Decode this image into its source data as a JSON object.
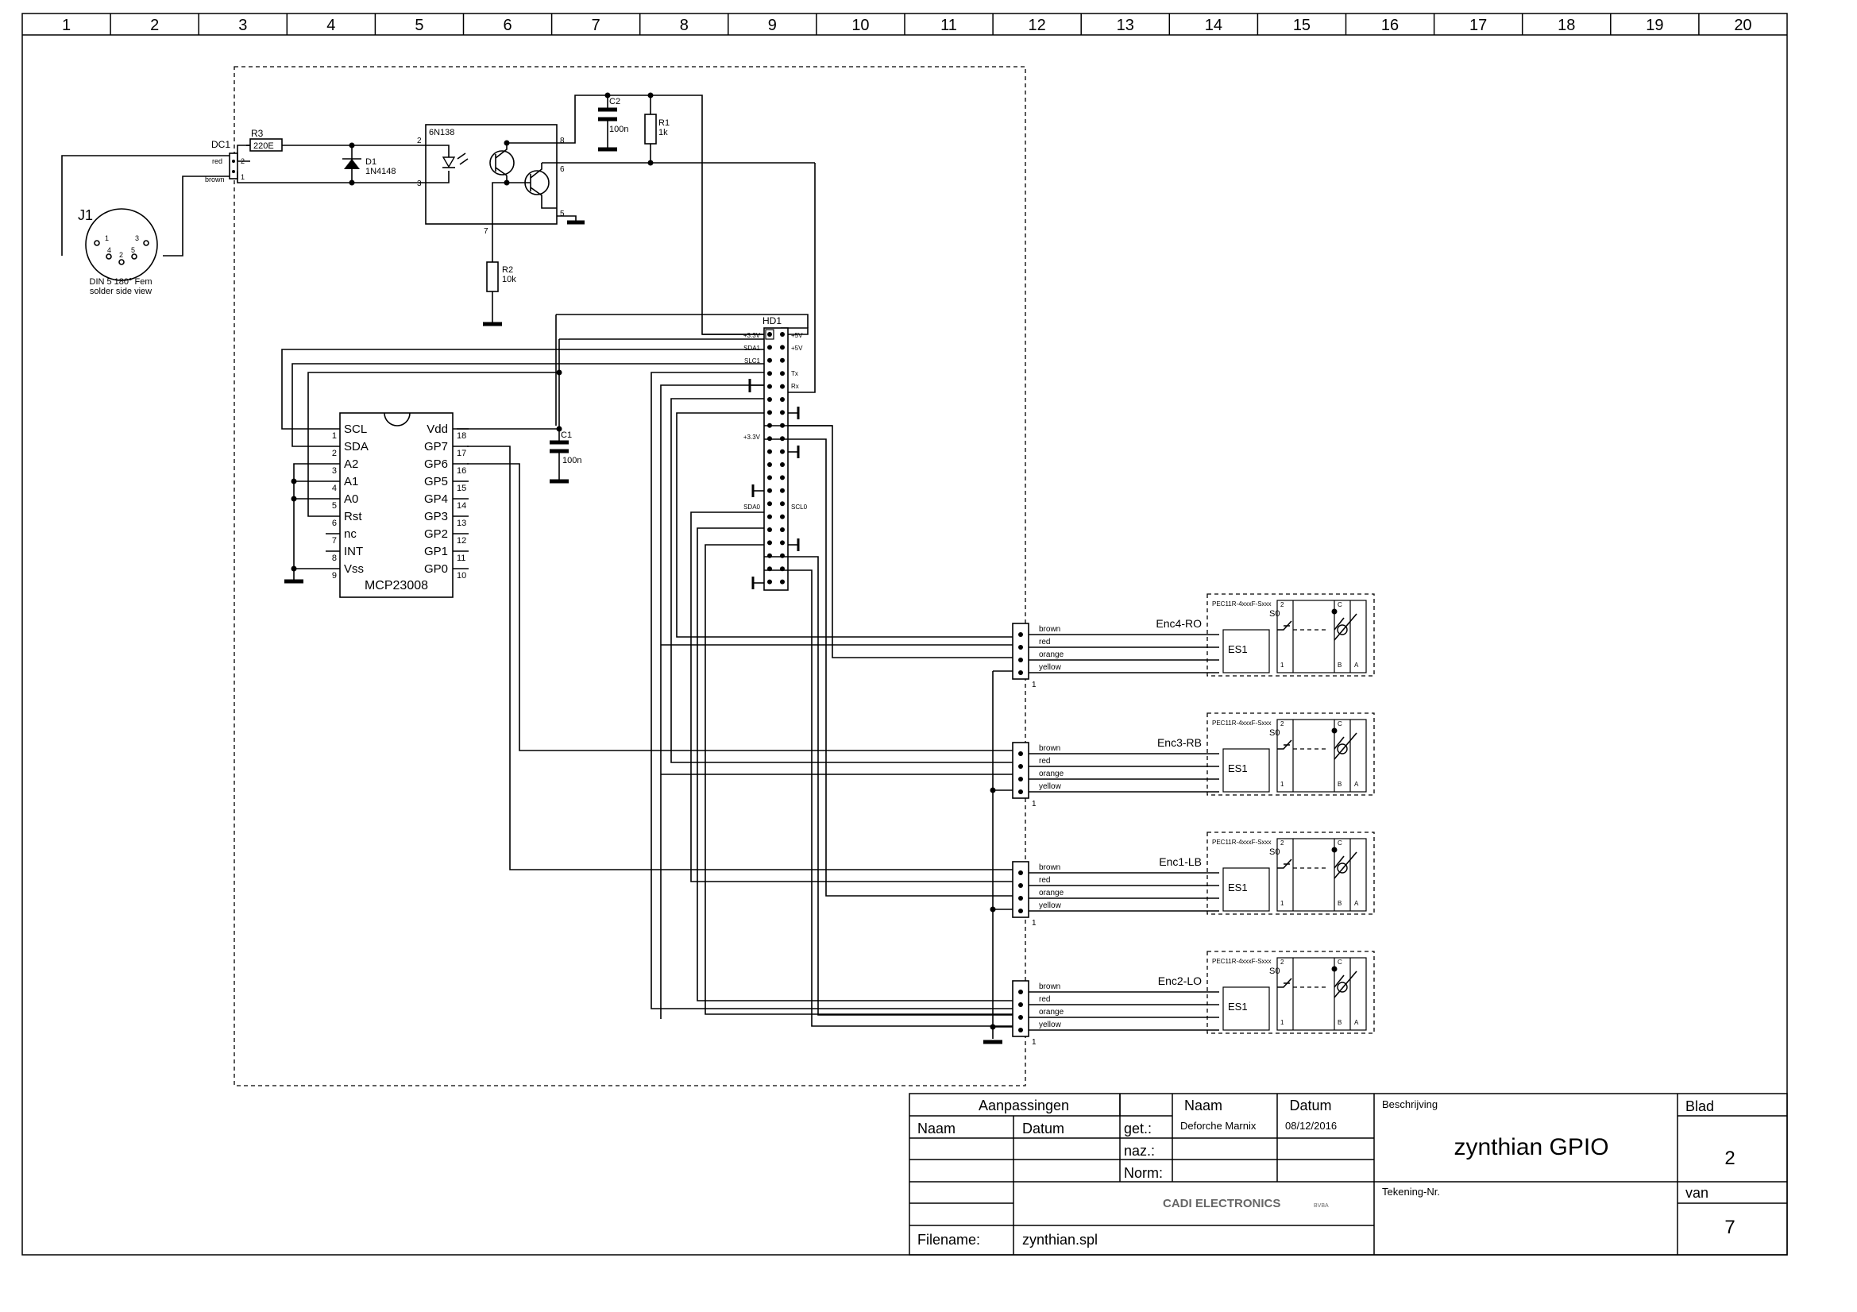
{
  "grid_columns": [
    "1",
    "2",
    "3",
    "4",
    "5",
    "6",
    "7",
    "8",
    "9",
    "10",
    "11",
    "12",
    "13",
    "14",
    "15",
    "16",
    "17",
    "18",
    "19",
    "20"
  ],
  "midi_input": {
    "connector_ref": "J1",
    "connector_desc_1": "DIN 5 180° Fem",
    "connector_desc_2": "solder side view",
    "din_pin_labels": [
      "1",
      "2",
      "3",
      "4",
      "5"
    ],
    "dc_ref": "DC1",
    "dc_wire_top": "red",
    "dc_wire_bottom": "brown",
    "dc_pin_top": "2",
    "dc_pin_bottom": "1",
    "r3_ref": "R3",
    "r3_value": "220E",
    "d1_ref": "D1",
    "d1_value": "1N4148",
    "opto_ref": "6N138",
    "opto_pins": [
      "2",
      "3",
      "8",
      "6",
      "5",
      "7"
    ],
    "c2_ref": "C2",
    "c2_value": "100n",
    "r1_ref": "R1",
    "r1_value": "1k",
    "r2_ref": "R2",
    "r2_value": "10k"
  },
  "header": {
    "ref": "HD1",
    "left_labels": {
      "p1": "+3.3V",
      "p3": "SDA1",
      "p5": "SLC1",
      "p17": "+3.3V",
      "p27": "SDA0"
    },
    "right_labels": {
      "p2": "+5V",
      "p4": "+5V",
      "p8": "Tx",
      "p10": "Rx",
      "p28": "SCL0"
    }
  },
  "expander": {
    "name": "MCP23008",
    "left_pins": [
      {
        "num": "1",
        "name": "SCL"
      },
      {
        "num": "2",
        "name": "SDA"
      },
      {
        "num": "3",
        "name": "A2"
      },
      {
        "num": "4",
        "name": "A1"
      },
      {
        "num": "5",
        "name": "A0"
      },
      {
        "num": "6",
        "name": "Rst"
      },
      {
        "num": "7",
        "name": "nc"
      },
      {
        "num": "8",
        "name": "INT"
      },
      {
        "num": "9",
        "name": "Vss"
      }
    ],
    "right_pins": [
      {
        "num": "18",
        "name": "Vdd"
      },
      {
        "num": "17",
        "name": "GP7"
      },
      {
        "num": "16",
        "name": "GP6"
      },
      {
        "num": "15",
        "name": "GP5"
      },
      {
        "num": "14",
        "name": "GP4"
      },
      {
        "num": "13",
        "name": "GP3"
      },
      {
        "num": "12",
        "name": "GP2"
      },
      {
        "num": "11",
        "name": "GP1"
      },
      {
        "num": "10",
        "name": "GP0"
      }
    ],
    "c1_ref": "C1",
    "c1_value": "100n"
  },
  "encoders": [
    {
      "name": "Enc4-RO",
      "part": "PEC11R-4xxxF-Sxxx",
      "switch": "S0",
      "es": "ES1",
      "wires": [
        "brown",
        "red",
        "orange",
        "yellow"
      ],
      "pin1": "1",
      "terminals": [
        "2",
        "C",
        "1",
        "B",
        "A"
      ]
    },
    {
      "name": "Enc3-RB",
      "part": "PEC11R-4xxxF-Sxxx",
      "switch": "S0",
      "es": "ES1",
      "wires": [
        "brown",
        "red",
        "orange",
        "yellow"
      ],
      "pin1": "1",
      "terminals": [
        "2",
        "C",
        "1",
        "B",
        "A"
      ]
    },
    {
      "name": "Enc1-LB",
      "part": "PEC11R-4xxxF-Sxxx",
      "switch": "S0",
      "es": "ES1",
      "wires": [
        "brown",
        "red",
        "orange",
        "yellow"
      ],
      "pin1": "1",
      "terminals": [
        "2",
        "C",
        "1",
        "B",
        "A"
      ]
    },
    {
      "name": "Enc2-LO",
      "part": "PEC11R-4xxxF-Sxxx",
      "switch": "S0",
      "es": "ES1",
      "wires": [
        "brown",
        "red",
        "orange",
        "yellow"
      ],
      "pin1": "1",
      "terminals": [
        "2",
        "C",
        "1",
        "B",
        "A"
      ]
    }
  ],
  "title_block": {
    "aanpassingen": "Aanpassingen",
    "naam_header": "Naam",
    "datum_header": "Datum",
    "col_naam": "Naam",
    "col_datum": "Datum",
    "get_label": "get.:",
    "naz_label": "naz.:",
    "norm_label": "Norm:",
    "author": "Deforche Marnix",
    "date": "08/12/2016",
    "company": "CADI ELECTRONICS",
    "company_suffix": "BVBA",
    "beschrijving_label": "Beschrijving",
    "title": "zynthian GPIO",
    "tekening_label": "Tekening-Nr.",
    "blad_label": "Blad",
    "blad_value": "2",
    "van_label": "van",
    "van_value": "7",
    "filename_label": "Filename:",
    "filename": "zynthian.spl"
  }
}
